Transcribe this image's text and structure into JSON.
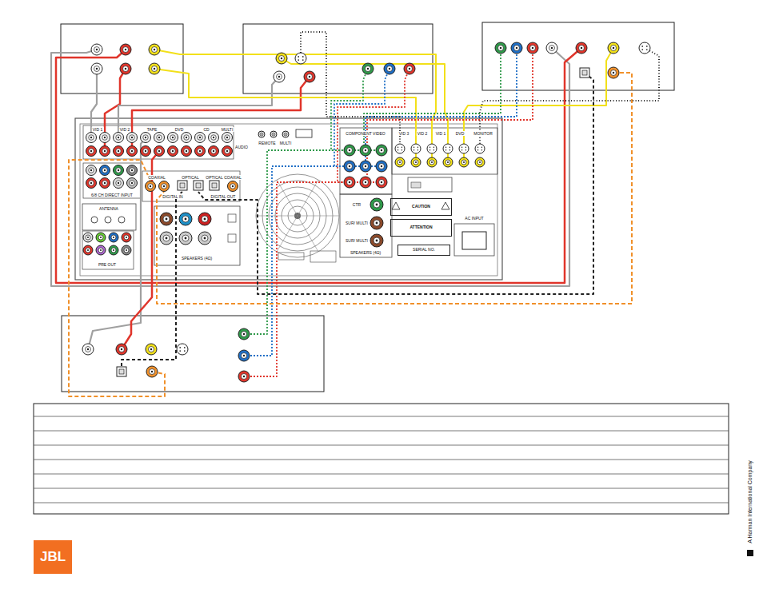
{
  "diagram": {
    "nodes": [
      {
        "text": [
          "JBL"
        ]
      },
      {
        "text": [
          "CAUTION"
        ]
      },
      {
        "text": [
          "ATTENTION"
        ]
      },
      {
        "text": [
          "SERIAL NO."
        ]
      }
    ],
    "labels": [
      "VID 1",
      "VID 2",
      "TAPE",
      "DVD",
      "CD",
      "MULTI",
      "AUDIO",
      "6/8 CH DIRECT INPUT",
      "COAXIAL",
      "OPTICAL",
      "OPTICAL",
      "COAXIAL",
      "DIGITAL IN",
      "DIGITAL OUT",
      "ANTENNA",
      "PRE OUT",
      "SPEAKERS (4Ω)",
      "REMOTE",
      "MULTI",
      "COMPONENT VIDEO",
      "VID 3",
      "VID 2",
      "VID 1",
      "DVD",
      "MONITOR",
      "CTR",
      "SUR/ MULTI",
      "SUR/ MULTI",
      "SPEAKERS (4Ω)",
      "AC INPUT",
      "A Harman International Company"
    ]
  }
}
